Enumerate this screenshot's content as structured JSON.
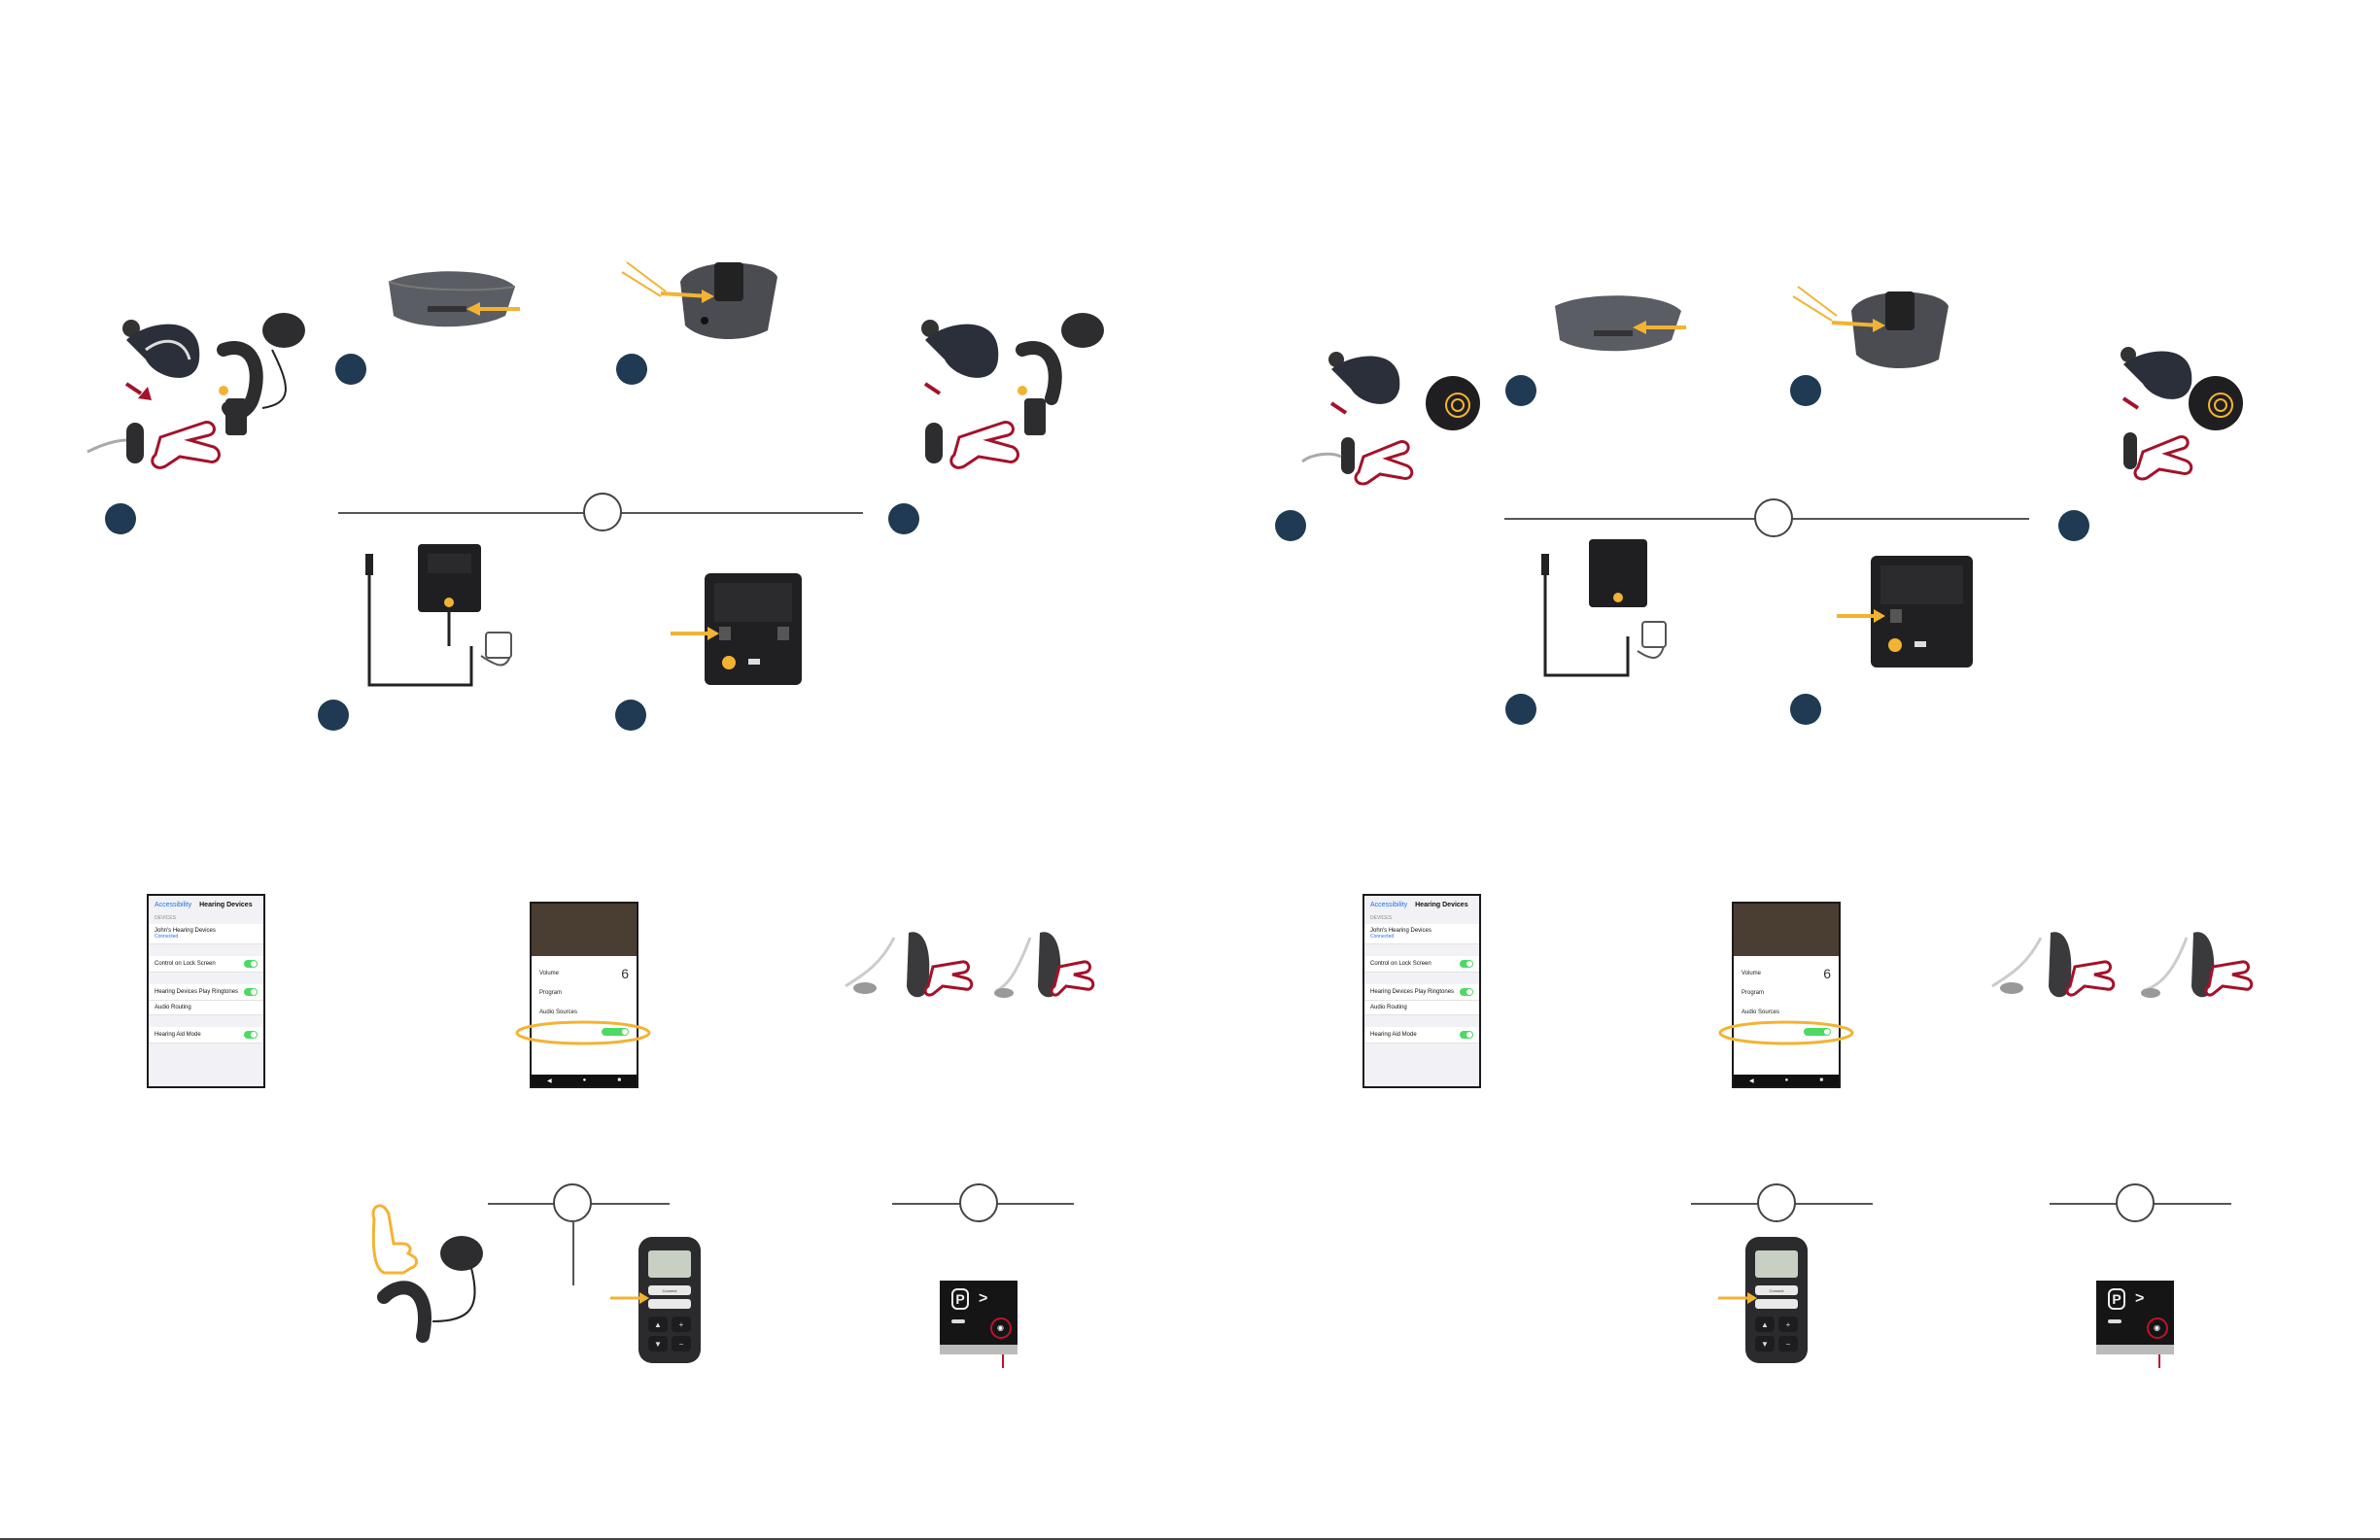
{
  "iphone_screen": {
    "nav_back": "Accessibility",
    "nav_title": "Hearing Devices",
    "section_devices": "DEVICES",
    "device_name": "John's Hearing Devices",
    "device_sub": "Connected",
    "row_lock_screen": "Control on Lock Screen",
    "row_ringtones": "Hearing Devices Play Ringtones",
    "row_audio_routing": "Audio Routing",
    "row_hearing_aid_mode": "Hearing Aid Mode"
  },
  "android_screen": {
    "row_volume": "Volume",
    "volume_value": "6",
    "row_program": "Program",
    "row_audio_sources": "Audio Sources"
  },
  "remote": {
    "center_key": "Connect"
  },
  "tv_panel": {
    "p_glyph": "P",
    "arrow_glyph": ">"
  },
  "colors": {
    "step_dot": "#1f3a52",
    "accent_yellow": "#f3b332",
    "accent_red": "#a3122a",
    "device_dark": "#2d2d30"
  }
}
